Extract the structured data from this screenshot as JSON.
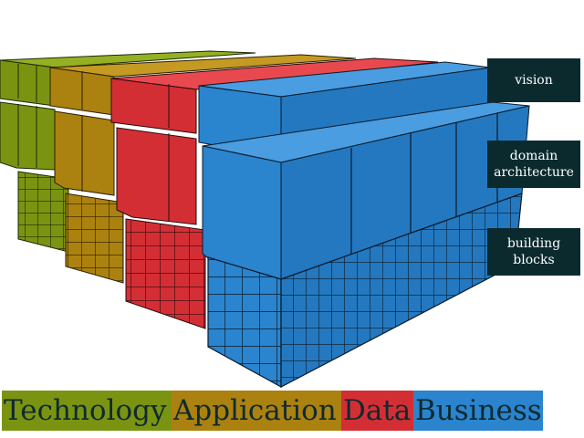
{
  "labels": {
    "vision": "vision",
    "domain_line1": "domain",
    "domain_line2": "architecture",
    "blocks_line1": "building",
    "blocks_line2": "blocks"
  },
  "legend": {
    "technology": "Technology",
    "application": "Application",
    "data": "Data",
    "business": "Business"
  },
  "colors": {
    "technology": "#7a9412",
    "application": "#ab810f",
    "data": "#d42e35",
    "business": "#2a84ce",
    "label_bg": "#0b2a2e"
  }
}
